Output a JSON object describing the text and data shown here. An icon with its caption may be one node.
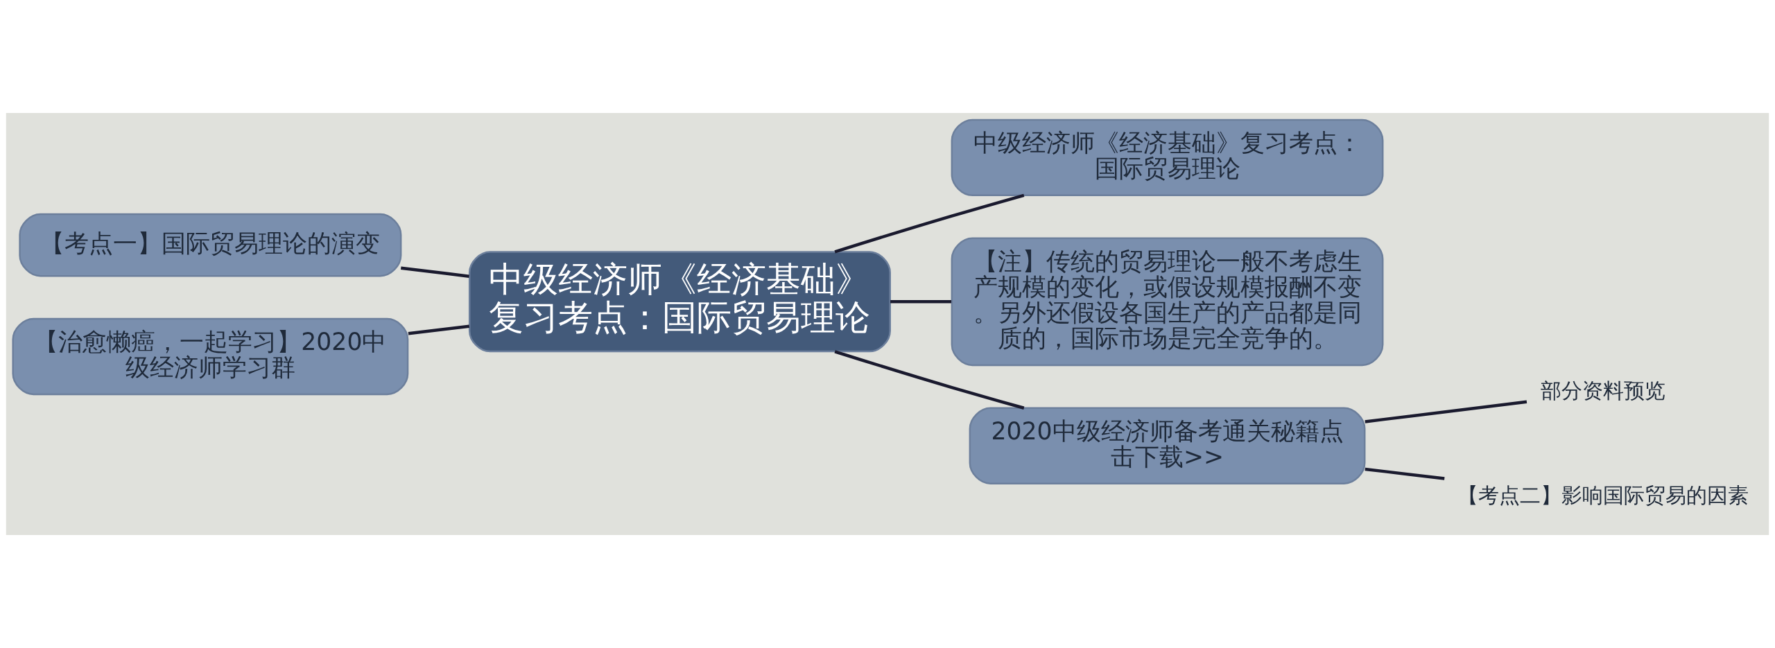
{
  "diagram": {
    "nodes": [
      {
        "text": [
          "中级经济师《经济基础》复习考点：国际贸易理论"
        ]
      },
      {
        "text": [
          "【考点一】国际贸易理论的演变"
        ]
      },
      {
        "text": [
          "【治愈懒癌，一起学习】2020中级经济师学习群"
        ]
      },
      {
        "text": [
          "中级经济师《经济基础》复习考点：国际贸易理论"
        ]
      },
      {
        "text": [
          "【注】传统的贸易理论一般不考虑生产规模的变化，或假设规模报酬不变。另外还假设各国生产的产品都是同质的，国际市场是完全竞争的。"
        ]
      },
      {
        "text": [
          "2020中级经济师备考通关秘籍点击下载>>"
        ]
      },
      {
        "text": [
          "部分资料预览"
        ]
      },
      {
        "text": [
          "【考点二】影响国际贸易的因素"
        ]
      }
    ],
    "edges": [
      {
        "from": 1,
        "to": 0,
        "arrow": "none"
      },
      {
        "from": 2,
        "to": 0,
        "arrow": "none"
      },
      {
        "from": 0,
        "to": 3,
        "arrow": "none"
      },
      {
        "from": 0,
        "to": 4,
        "arrow": "none"
      },
      {
        "from": 0,
        "to": 5,
        "arrow": "none"
      },
      {
        "from": 5,
        "to": 6,
        "arrow": "none"
      },
      {
        "from": 5,
        "to": 7,
        "arrow": "none"
      }
    ]
  }
}
